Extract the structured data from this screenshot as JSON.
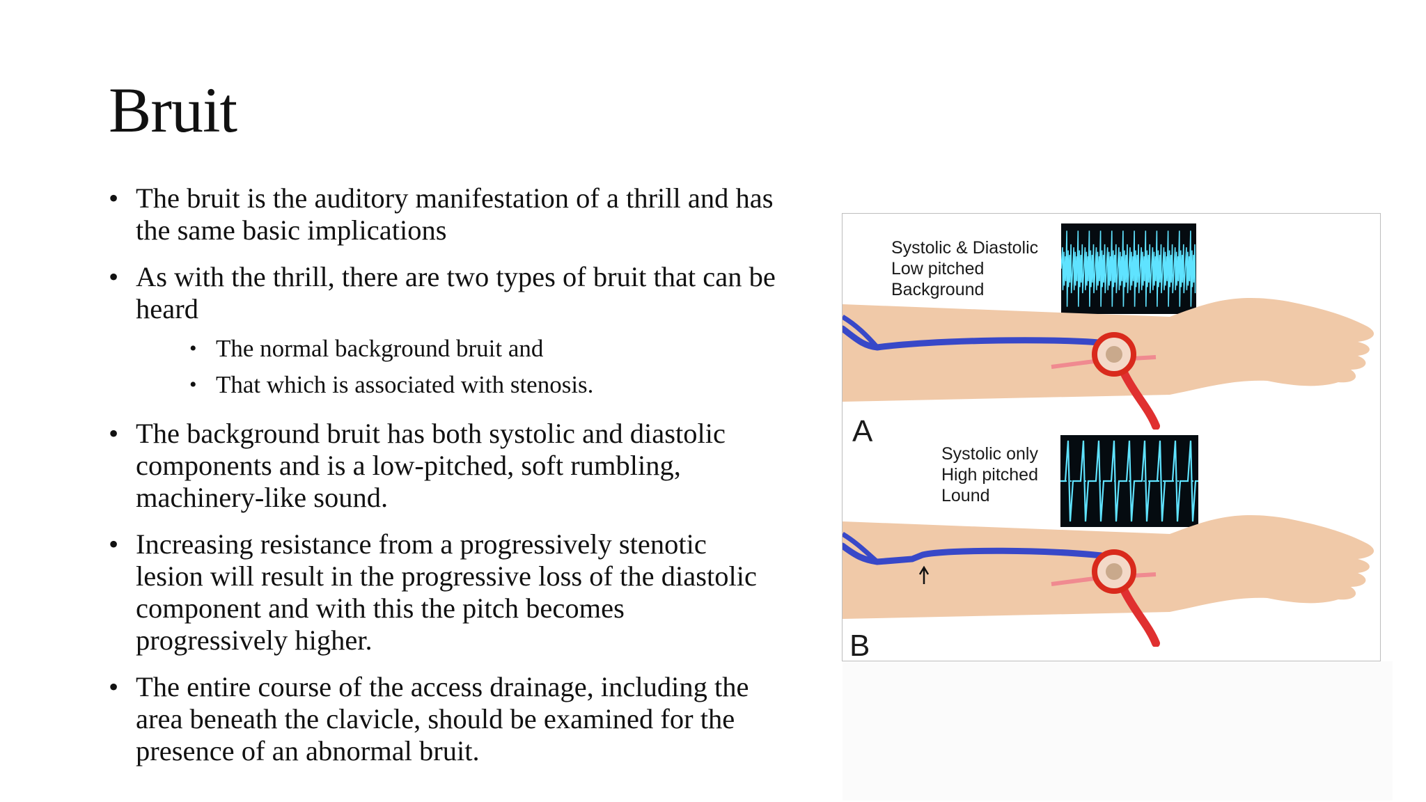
{
  "slide": {
    "title": "Bruit",
    "bullets": [
      {
        "text": "The bruit is the auditory manifestation of a thrill and has the same basic implications"
      },
      {
        "text": "As with the thrill, there are two types of bruit that can be heard",
        "sub": [
          "The normal background bruit and",
          "That which is associated with stenosis."
        ]
      },
      {
        "text": "The background bruit has both systolic and diastolic components and is a low-pitched, soft rumbling, machinery-like sound."
      },
      {
        "text": "Increasing resistance from a progressively stenotic lesion will result in the progressive loss of the diastolic component and with this the pitch becomes progressively higher."
      },
      {
        "text": "The entire course of the access drainage, including the area beneath the clavicle, should be examined for the presence of an abnormal bruit."
      }
    ]
  },
  "figure": {
    "panel_a": {
      "label": "A",
      "caption": "Systolic & Diastolic\nLow pitched\nBackground"
    },
    "panel_b": {
      "label": "B",
      "caption": "Systolic only\nHigh pitched\nLound"
    },
    "colors": {
      "waveform": "#5fe3ff",
      "vein": "#3848c8",
      "artery": "#e03030",
      "skin": "#f0c9a8",
      "stethoscope": "#d92a1c"
    }
  }
}
